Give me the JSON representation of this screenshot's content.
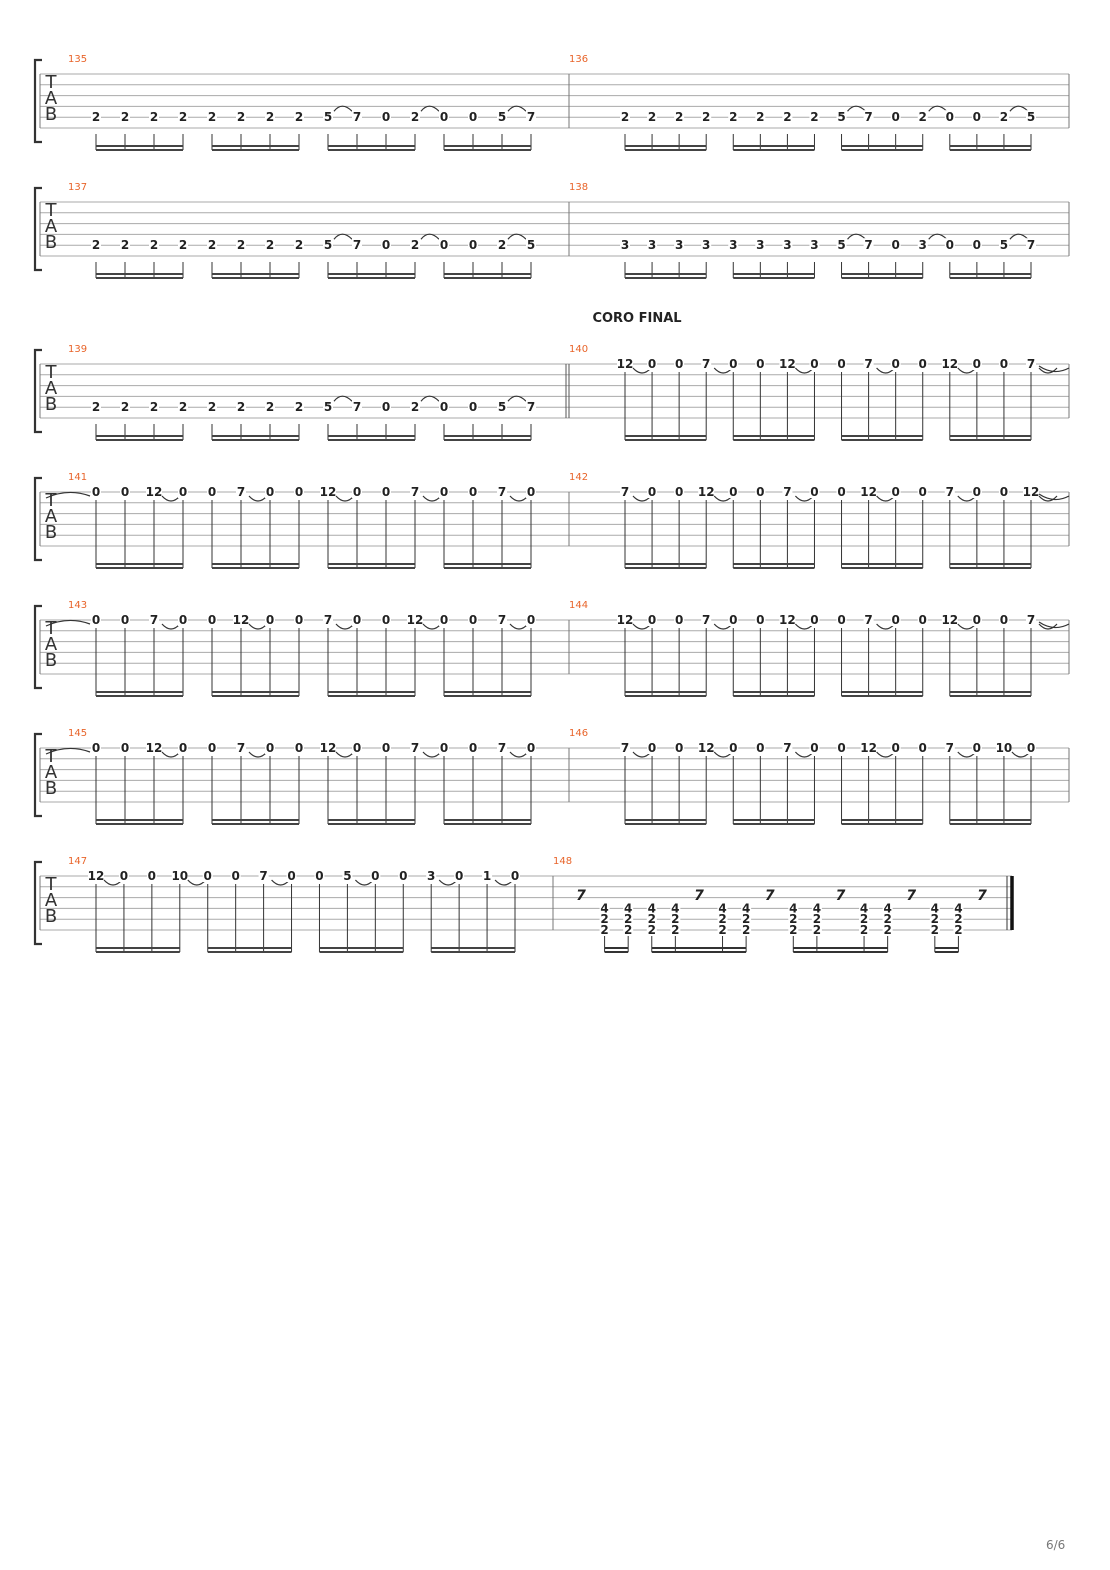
{
  "page_number": "6/6",
  "section_label": "CORO FINAL",
  "colors": {
    "measure_number": "#e8642a",
    "ink": "#222222",
    "staff_line": "#aaaaaa"
  },
  "clef": [
    "T",
    "A",
    "B"
  ],
  "systems": [
    {
      "measures": [
        {
          "number": "135",
          "groups": [
            [
              {
                "s": "2"
              },
              {
                "s": "2"
              },
              {
                "s": "2"
              },
              {
                "s": "2"
              }
            ],
            [
              {
                "s": "2"
              },
              {
                "s": "2"
              },
              {
                "s": "2"
              },
              {
                "s": "2"
              }
            ],
            [
              {
                "s": "5",
                "tie": true
              },
              {
                "s": "7"
              },
              {
                "s": "0"
              },
              {
                "s": "2",
                "tie": true
              }
            ],
            [
              {
                "s": "0"
              },
              {
                "s": "0"
              },
              {
                "s": "5",
                "tie": true
              },
              {
                "s": "7"
              }
            ]
          ]
        },
        {
          "number": "136",
          "groups": [
            [
              {
                "s": "2"
              },
              {
                "s": "2"
              },
              {
                "s": "2"
              },
              {
                "s": "2"
              }
            ],
            [
              {
                "s": "2"
              },
              {
                "s": "2"
              },
              {
                "s": "2"
              },
              {
                "s": "2"
              }
            ],
            [
              {
                "s": "5",
                "tie": true
              },
              {
                "s": "7"
              },
              {
                "s": "0"
              },
              {
                "s": "2",
                "tie": true
              }
            ],
            [
              {
                "s": "0"
              },
              {
                "s": "0"
              },
              {
                "s": "2",
                "tie": true
              },
              {
                "s": "5"
              }
            ]
          ]
        }
      ]
    },
    {
      "measures": [
        {
          "number": "137",
          "groups": [
            [
              {
                "s": "2"
              },
              {
                "s": "2"
              },
              {
                "s": "2"
              },
              {
                "s": "2"
              }
            ],
            [
              {
                "s": "2"
              },
              {
                "s": "2"
              },
              {
                "s": "2"
              },
              {
                "s": "2"
              }
            ],
            [
              {
                "s": "5",
                "tie": true
              },
              {
                "s": "7"
              },
              {
                "s": "0"
              },
              {
                "s": "2",
                "tie": true
              }
            ],
            [
              {
                "s": "0"
              },
              {
                "s": "0"
              },
              {
                "s": "2",
                "tie": true
              },
              {
                "s": "5"
              }
            ]
          ]
        },
        {
          "number": "138",
          "groups": [
            [
              {
                "s": "3"
              },
              {
                "s": "3"
              },
              {
                "s": "3"
              },
              {
                "s": "3"
              }
            ],
            [
              {
                "s": "3"
              },
              {
                "s": "3"
              },
              {
                "s": "3"
              },
              {
                "s": "3"
              }
            ],
            [
              {
                "s": "5",
                "tie": true
              },
              {
                "s": "7"
              },
              {
                "s": "0"
              },
              {
                "s": "3",
                "tie": true
              }
            ],
            [
              {
                "s": "0"
              },
              {
                "s": "0"
              },
              {
                "s": "5",
                "tie": true
              },
              {
                "s": "7"
              }
            ]
          ]
        }
      ]
    },
    {
      "measures": [
        {
          "number": "139",
          "double_bar_end": true,
          "groups": [
            [
              {
                "s": "2"
              },
              {
                "s": "2"
              },
              {
                "s": "2"
              },
              {
                "s": "2"
              }
            ],
            [
              {
                "s": "2"
              },
              {
                "s": "2"
              },
              {
                "s": "2"
              },
              {
                "s": "2"
              }
            ],
            [
              {
                "s": "5",
                "tie": true
              },
              {
                "s": "7"
              },
              {
                "s": "0"
              },
              {
                "s": "2",
                "tie": true
              }
            ],
            [
              {
                "s": "0"
              },
              {
                "s": "0"
              },
              {
                "s": "5",
                "tie": true
              },
              {
                "s": "7"
              }
            ]
          ]
        },
        {
          "number": "140",
          "high": true,
          "section": true,
          "groups": [
            [
              {
                "h": "12",
                "slur": true
              },
              {
                "h": "0"
              },
              {
                "h": "0"
              },
              {
                "h": "7",
                "slur": true
              }
            ],
            [
              {
                "h": "0"
              },
              {
                "h": "0"
              },
              {
                "h": "12",
                "slur": true
              },
              {
                "h": "0"
              }
            ],
            [
              {
                "h": "0"
              },
              {
                "h": "7",
                "slur": true
              },
              {
                "h": "0"
              },
              {
                "h": "0"
              }
            ],
            [
              {
                "h": "12",
                "slur": true
              },
              {
                "h": "0"
              },
              {
                "h": "0"
              },
              {
                "h": "7",
                "slur": true
              }
            ]
          ]
        }
      ]
    },
    {
      "measures": [
        {
          "number": "141",
          "high": true,
          "tie_in": true,
          "groups": [
            [
              {
                "h": "0"
              },
              {
                "h": "0"
              },
              {
                "h": "12",
                "slur": true
              },
              {
                "h": "0"
              }
            ],
            [
              {
                "h": "0"
              },
              {
                "h": "7",
                "slur": true
              },
              {
                "h": "0"
              },
              {
                "h": "0"
              }
            ],
            [
              {
                "h": "12",
                "slur": true
              },
              {
                "h": "0"
              },
              {
                "h": "0"
              },
              {
                "h": "7",
                "slur": true
              }
            ],
            [
              {
                "h": "0"
              },
              {
                "h": "0"
              },
              {
                "h": "7",
                "slur": true
              },
              {
                "h": "0"
              }
            ]
          ]
        },
        {
          "number": "142",
          "high": true,
          "groups": [
            [
              {
                "h": "7",
                "slur": true
              },
              {
                "h": "0"
              },
              {
                "h": "0"
              },
              {
                "h": "12",
                "slur": true
              }
            ],
            [
              {
                "h": "0"
              },
              {
                "h": "0"
              },
              {
                "h": "7",
                "slur": true
              },
              {
                "h": "0"
              }
            ],
            [
              {
                "h": "0"
              },
              {
                "h": "12",
                "slur": true
              },
              {
                "h": "0"
              },
              {
                "h": "0"
              }
            ],
            [
              {
                "h": "7",
                "slur": true
              },
              {
                "h": "0"
              },
              {
                "h": "0"
              },
              {
                "h": "12",
                "slur": true
              }
            ]
          ]
        }
      ]
    },
    {
      "measures": [
        {
          "number": "143",
          "high": true,
          "tie_in": true,
          "groups": [
            [
              {
                "h": "0"
              },
              {
                "h": "0"
              },
              {
                "h": "7",
                "slur": true
              },
              {
                "h": "0"
              }
            ],
            [
              {
                "h": "0"
              },
              {
                "h": "12",
                "slur": true
              },
              {
                "h": "0"
              },
              {
                "h": "0"
              }
            ],
            [
              {
                "h": "7",
                "slur": true
              },
              {
                "h": "0"
              },
              {
                "h": "0"
              },
              {
                "h": "12",
                "slur": true
              }
            ],
            [
              {
                "h": "0"
              },
              {
                "h": "0"
              },
              {
                "h": "7",
                "slur": true
              },
              {
                "h": "0"
              }
            ]
          ]
        },
        {
          "number": "144",
          "high": true,
          "groups": [
            [
              {
                "h": "12",
                "slur": true
              },
              {
                "h": "0"
              },
              {
                "h": "0"
              },
              {
                "h": "7",
                "slur": true
              }
            ],
            [
              {
                "h": "0"
              },
              {
                "h": "0"
              },
              {
                "h": "12",
                "slur": true
              },
              {
                "h": "0"
              }
            ],
            [
              {
                "h": "0"
              },
              {
                "h": "7",
                "slur": true
              },
              {
                "h": "0"
              },
              {
                "h": "0"
              }
            ],
            [
              {
                "h": "12",
                "slur": true
              },
              {
                "h": "0"
              },
              {
                "h": "0"
              },
              {
                "h": "7",
                "slur": true
              }
            ]
          ]
        }
      ]
    },
    {
      "measures": [
        {
          "number": "145",
          "high": true,
          "tie_in": true,
          "groups": [
            [
              {
                "h": "0"
              },
              {
                "h": "0"
              },
              {
                "h": "12",
                "slur": true
              },
              {
                "h": "0"
              }
            ],
            [
              {
                "h": "0"
              },
              {
                "h": "7",
                "slur": true
              },
              {
                "h": "0"
              },
              {
                "h": "0"
              }
            ],
            [
              {
                "h": "12",
                "slur": true
              },
              {
                "h": "0"
              },
              {
                "h": "0"
              },
              {
                "h": "7",
                "slur": true
              }
            ],
            [
              {
                "h": "0"
              },
              {
                "h": "0"
              },
              {
                "h": "7",
                "slur": true
              },
              {
                "h": "0"
              }
            ]
          ]
        },
        {
          "number": "146",
          "high": true,
          "groups": [
            [
              {
                "h": "7",
                "slur": true
              },
              {
                "h": "0"
              },
              {
                "h": "0"
              },
              {
                "h": "12",
                "slur": true
              }
            ],
            [
              {
                "h": "0"
              },
              {
                "h": "0"
              },
              {
                "h": "7",
                "slur": true
              },
              {
                "h": "0"
              }
            ],
            [
              {
                "h": "0"
              },
              {
                "h": "12",
                "slur": true
              },
              {
                "h": "0"
              },
              {
                "h": "0"
              }
            ],
            [
              {
                "h": "7",
                "slur": true
              },
              {
                "h": "0"
              },
              {
                "h": "10",
                "slur": true
              },
              {
                "h": "0"
              }
            ]
          ]
        }
      ]
    },
    {
      "last": true,
      "measures": [
        {
          "number": "147",
          "high": true,
          "groups": [
            [
              {
                "h": "12",
                "slur": true
              },
              {
                "h": "0"
              },
              {
                "h": "0"
              },
              {
                "h": "10",
                "slur": true
              }
            ],
            [
              {
                "h": "0"
              },
              {
                "h": "0"
              },
              {
                "h": "7",
                "slur": true
              },
              {
                "h": "0"
              }
            ],
            [
              {
                "h": "0"
              },
              {
                "h": "5",
                "slur": true
              },
              {
                "h": "0"
              },
              {
                "h": "0"
              }
            ],
            [
              {
                "h": "3",
                "slur": true
              },
              {
                "h": "0"
              },
              {
                "h": "1",
                "slur": true
              },
              {
                "h": "0"
              }
            ]
          ]
        },
        {
          "number": "148",
          "final": true,
          "chord_pattern": [
            {
              "rest": "eighth"
            },
            {
              "chord": [
                "4",
                "2",
                "2"
              ],
              "beam": "a"
            },
            {
              "chord": [
                "4",
                "2",
                "2"
              ],
              "beam": "a"
            },
            {
              "chord": [
                "4",
                "2",
                "2"
              ],
              "beam": "b"
            },
            {
              "chord": [
                "4",
                "2",
                "2"
              ],
              "beam": "b"
            },
            {
              "rest": "sixteenth"
            },
            {
              "chord": [
                "4",
                "2",
                "2"
              ],
              "beam": "b"
            },
            {
              "chord": [
                "4",
                "2",
                "2"
              ],
              "beam": "b"
            },
            {
              "rest": "sixteenth"
            },
            {
              "chord": [
                "4",
                "2",
                "2"
              ],
              "beam": "c"
            },
            {
              "chord": [
                "4",
                "2",
                "2"
              ],
              "beam": "c"
            },
            {
              "rest": "sixteenth"
            },
            {
              "chord": [
                "4",
                "2",
                "2"
              ],
              "beam": "c"
            },
            {
              "chord": [
                "4",
                "2",
                "2"
              ],
              "beam": "c"
            },
            {
              "rest": "sixteenth"
            },
            {
              "chord": [
                "4",
                "2",
                "2"
              ],
              "beam": "d"
            },
            {
              "chord": [
                "4",
                "2",
                "2"
              ],
              "beam": "d"
            },
            {
              "rest": "sixteenth"
            }
          ]
        }
      ]
    }
  ]
}
